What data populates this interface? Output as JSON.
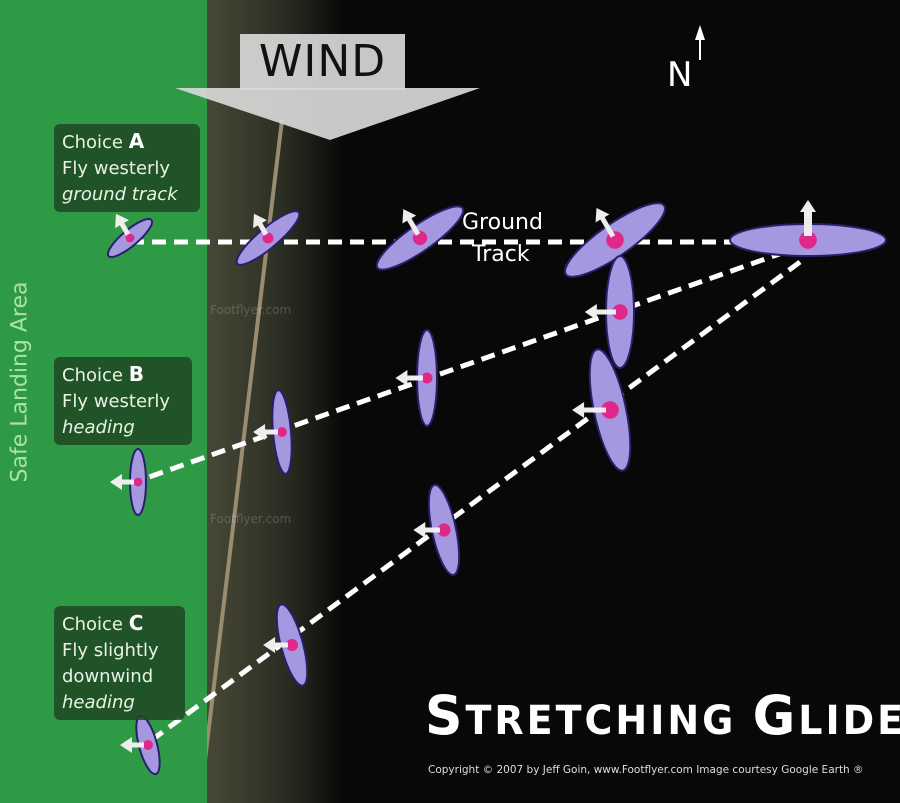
{
  "wind_label": "WIND",
  "north_label": "N",
  "safe_landing_label": "Safe Landing Area",
  "ground_track_label": [
    "Ground",
    "Track"
  ],
  "choices": [
    {
      "prefix": "Choice",
      "letter": "A",
      "line1": "Fly westerly",
      "line2": "ground track"
    },
    {
      "prefix": "Choice",
      "letter": "B",
      "line1": "Fly westerly",
      "line2": "heading"
    },
    {
      "prefix": "Choice",
      "letter": "C",
      "line1": "Fly slightly",
      "line2": "downwind",
      "line3": "heading"
    }
  ],
  "watermark": "Footflyer.com",
  "title": {
    "first": "S",
    "rest": "TRETCHING ",
    "g": "G",
    "rest2": "LIDE"
  },
  "copyright": "Copyright © 2007 by Jeff Goin, www.Footflyer.com Image courtesy Google Earth ®",
  "colors": {
    "green": "#2f9a45",
    "glider": "#a597e0",
    "harness": "#e0288a",
    "path": "#ffffff"
  }
}
